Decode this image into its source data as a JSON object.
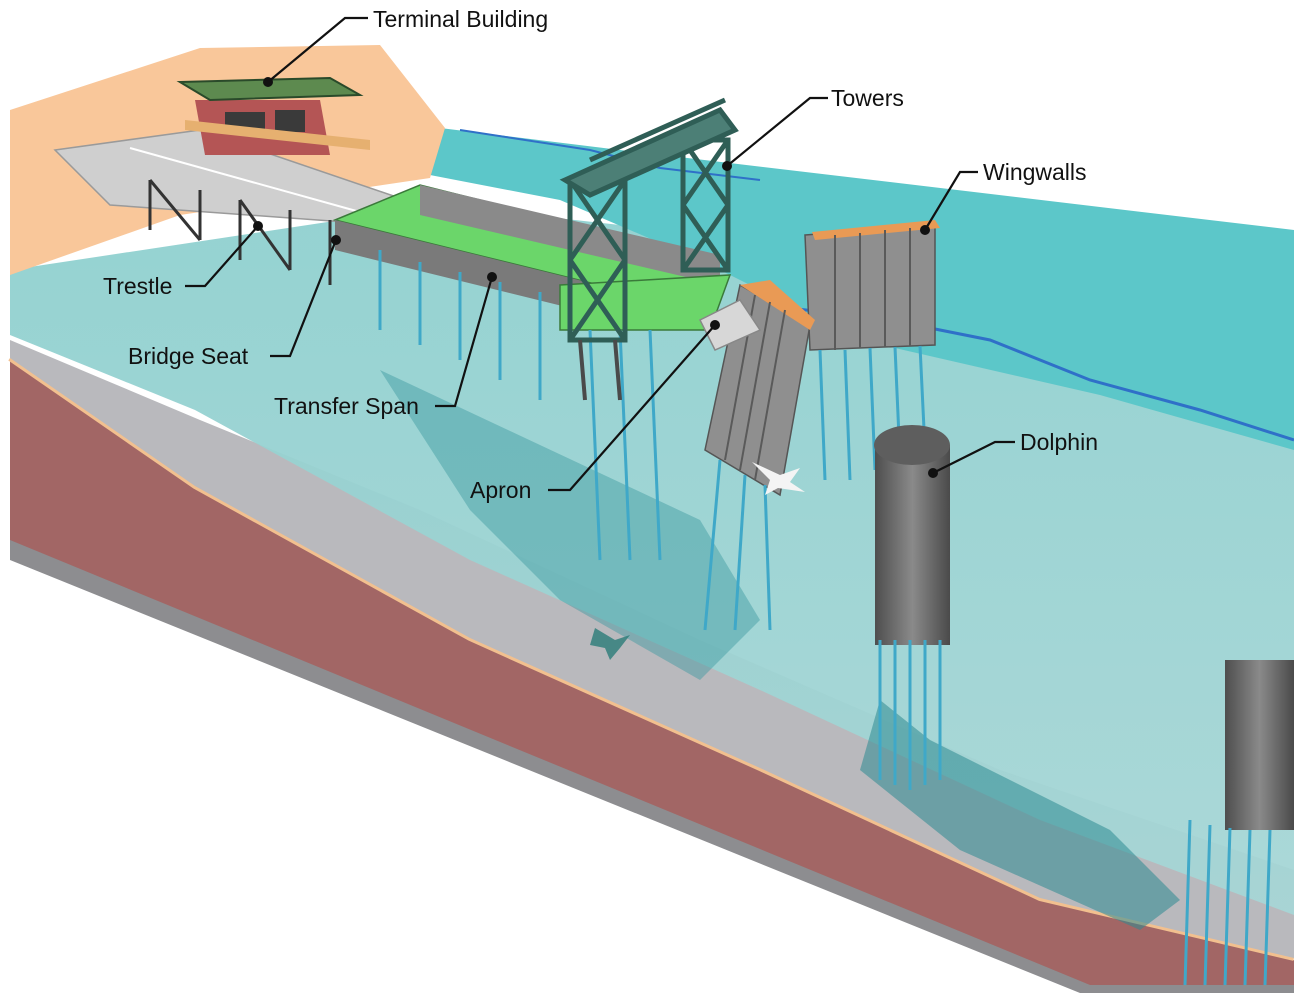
{
  "labels": {
    "terminal_building": "Terminal Building",
    "towers": "Towers",
    "wingwalls": "Wingwalls",
    "trestle": "Trestle",
    "bridge_seat": "Bridge Seat",
    "transfer_span": "Transfer Span",
    "apron": "Apron",
    "dolphin": "Dolphin"
  },
  "colors": {
    "land": "#f9c79a",
    "water": "#9fd3d1",
    "deep_water": "#5cc7c9",
    "seabed_top": "#b9b9bd",
    "seabed_side": "#a26665",
    "deck_green": "#6bd66a",
    "trestle_gray": "#cfcfcf",
    "tower_green": "#2f5e56",
    "wingwall_gray": "#8f8f8f",
    "wingwall_cap": "#e99a55",
    "dolphin_gray": "#6e6e6e",
    "piling_blue": "#3fa8c8"
  }
}
